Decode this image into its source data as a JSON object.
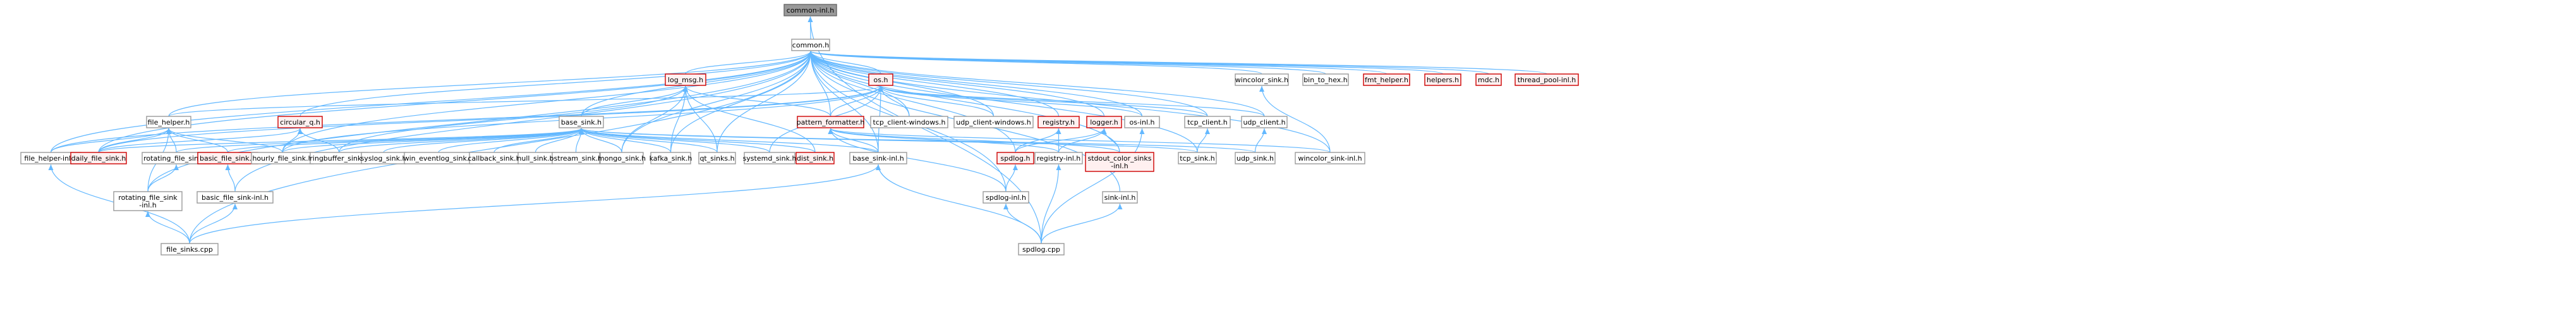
{
  "colors": {
    "edge": "#63b8ff",
    "node_fill": "#ffffff",
    "node_border": "#999999",
    "node_fill_highlight": "#fff0f0",
    "node_border_highlight": "#cc0000",
    "node_fill_root": "#999999",
    "node_border_root": "#666666"
  },
  "nodes": [
    {
      "id": "common_inl",
      "label": "common-inl.h",
      "style": "root"
    },
    {
      "id": "common",
      "label": "common.h",
      "style": "normal"
    },
    {
      "id": "log_msg",
      "label": "log_msg.h",
      "style": "highlight"
    },
    {
      "id": "os",
      "label": "os.h",
      "style": "highlight"
    },
    {
      "id": "wincolor_sink",
      "label": "wincolor_sink.h",
      "style": "normal"
    },
    {
      "id": "bin_to_hex",
      "label": "bin_to_hex.h",
      "style": "normal"
    },
    {
      "id": "fmt_helper",
      "label": "fmt_helper.h",
      "style": "highlight"
    },
    {
      "id": "helpers",
      "label": "helpers.h",
      "style": "highlight"
    },
    {
      "id": "mdc",
      "label": "mdc.h",
      "style": "highlight"
    },
    {
      "id": "thread_pool_inl",
      "label": "thread_pool-inl.h",
      "style": "highlight"
    },
    {
      "id": "file_helper",
      "label": "file_helper.h",
      "style": "normal"
    },
    {
      "id": "circular_q",
      "label": "circular_q.h",
      "style": "highlight"
    },
    {
      "id": "base_sink",
      "label": "base_sink.h",
      "style": "normal"
    },
    {
      "id": "pattern_formatter",
      "label": "pattern_formatter.h",
      "style": "highlight"
    },
    {
      "id": "tcp_client_windows",
      "label": "tcp_client-windows.h",
      "style": "normal"
    },
    {
      "id": "udp_client_windows",
      "label": "udp_client-windows.h",
      "style": "normal"
    },
    {
      "id": "registry",
      "label": "registry.h",
      "style": "highlight"
    },
    {
      "id": "logger",
      "label": "logger.h",
      "style": "highlight"
    },
    {
      "id": "os_inl",
      "label": "os-inl.h",
      "style": "normal"
    },
    {
      "id": "tcp_client",
      "label": "tcp_client.h",
      "style": "normal"
    },
    {
      "id": "udp_client",
      "label": "udp_client.h",
      "style": "normal"
    },
    {
      "id": "file_helper_inl",
      "label": "file_helper-inl.h",
      "style": "normal"
    },
    {
      "id": "daily_file_sink",
      "label": "daily_file_sink.h",
      "style": "highlight"
    },
    {
      "id": "rotating_file_sink",
      "label": "rotating_file_sink.h",
      "style": "normal"
    },
    {
      "id": "basic_file_sink",
      "label": "basic_file_sink.h",
      "style": "highlight"
    },
    {
      "id": "hourly_file_sink",
      "label": "hourly_file_sink.h",
      "style": "normal"
    },
    {
      "id": "ringbuffer_sink",
      "label": "ringbuffer_sink.h",
      "style": "normal"
    },
    {
      "id": "syslog_sink",
      "label": "syslog_sink.h",
      "style": "normal"
    },
    {
      "id": "win_eventlog_sink",
      "label": "win_eventlog_sink.h",
      "style": "normal"
    },
    {
      "id": "callback_sink",
      "label": "callback_sink.h",
      "style": "normal"
    },
    {
      "id": "null_sink",
      "label": "null_sink.h",
      "style": "normal"
    },
    {
      "id": "ostream_sink",
      "label": "ostream_sink.h",
      "style": "normal"
    },
    {
      "id": "mongo_sink",
      "label": "mongo_sink.h",
      "style": "normal"
    },
    {
      "id": "kafka_sink",
      "label": "kafka_sink.h",
      "style": "normal"
    },
    {
      "id": "qt_sinks",
      "label": "qt_sinks.h",
      "style": "normal"
    },
    {
      "id": "systemd_sink",
      "label": "systemd_sink.h",
      "style": "normal"
    },
    {
      "id": "dist_sink",
      "label": "dist_sink.h",
      "style": "highlight"
    },
    {
      "id": "base_sink_inl",
      "label": "base_sink-inl.h",
      "style": "normal"
    },
    {
      "id": "spdlog_h",
      "label": "spdlog.h",
      "style": "highlight"
    },
    {
      "id": "registry_inl",
      "label": "registry-inl.h",
      "style": "normal"
    },
    {
      "id": "stdout_color_sinks_inl",
      "label": "stdout_color_sinks\n-inl.h",
      "style": "highlight"
    },
    {
      "id": "tcp_sink",
      "label": "tcp_sink.h",
      "style": "normal"
    },
    {
      "id": "udp_sink",
      "label": "udp_sink.h",
      "style": "normal"
    },
    {
      "id": "wincolor_sink_inl",
      "label": "wincolor_sink-inl.h",
      "style": "normal"
    },
    {
      "id": "rotating_file_sink_inl",
      "label": "rotating_file_sink\n-inl.h",
      "style": "normal"
    },
    {
      "id": "basic_file_sink_inl",
      "label": "basic_file_sink-inl.h",
      "style": "normal"
    },
    {
      "id": "spdlog_inl",
      "label": "spdlog-inl.h",
      "style": "normal"
    },
    {
      "id": "sink_inl",
      "label": "sink-inl.h",
      "style": "normal"
    },
    {
      "id": "file_sinks_cpp",
      "label": "file_sinks.cpp",
      "style": "normal"
    },
    {
      "id": "spdlog_cpp",
      "label": "spdlog.cpp",
      "style": "normal"
    }
  ],
  "edges": [
    [
      "common",
      "common_inl"
    ],
    [
      "spdlog_cpp",
      "common_inl"
    ],
    [
      "log_msg",
      "common"
    ],
    [
      "os",
      "common"
    ],
    [
      "wincolor_sink",
      "common"
    ],
    [
      "bin_to_hex",
      "common"
    ],
    [
      "fmt_helper",
      "common"
    ],
    [
      "helpers",
      "common"
    ],
    [
      "mdc",
      "common"
    ],
    [
      "thread_pool_inl",
      "common"
    ],
    [
      "file_helper",
      "common"
    ],
    [
      "circular_q",
      "common"
    ],
    [
      "base_sink",
      "common"
    ],
    [
      "pattern_formatter",
      "common"
    ],
    [
      "tcp_client_windows",
      "common"
    ],
    [
      "udp_client_windows",
      "common"
    ],
    [
      "registry",
      "common"
    ],
    [
      "logger",
      "common"
    ],
    [
      "os_inl",
      "common"
    ],
    [
      "tcp_client",
      "common"
    ],
    [
      "udp_client",
      "common"
    ],
    [
      "file_helper_inl",
      "common"
    ],
    [
      "daily_file_sink",
      "common"
    ],
    [
      "hourly_file_sink",
      "common"
    ],
    [
      "mongo_sink",
      "common"
    ],
    [
      "kafka_sink",
      "common"
    ],
    [
      "qt_sinks",
      "common"
    ],
    [
      "base_sink_inl",
      "common"
    ],
    [
      "spdlog_h",
      "common"
    ],
    [
      "stdout_color_sinks_inl",
      "common"
    ],
    [
      "tcp_sink",
      "common"
    ],
    [
      "wincolor_sink_inl",
      "common"
    ],
    [
      "rotating_file_sink_inl",
      "common"
    ],
    [
      "basic_file_sink_inl",
      "common"
    ],
    [
      "spdlog_inl",
      "common"
    ],
    [
      "sink_inl",
      "common"
    ],
    [
      "file_sinks_cpp",
      "common"
    ],
    [
      "ringbuffer_sink",
      "log_msg"
    ],
    [
      "pattern_formatter",
      "log_msg"
    ],
    [
      "base_sink",
      "log_msg"
    ],
    [
      "dist_sink",
      "log_msg"
    ],
    [
      "kafka_sink",
      "log_msg"
    ],
    [
      "mongo_sink",
      "log_msg"
    ],
    [
      "qt_sinks",
      "log_msg"
    ],
    [
      "file_helper",
      "os"
    ],
    [
      "pattern_formatter",
      "os"
    ],
    [
      "tcp_client_windows",
      "os"
    ],
    [
      "udp_client_windows",
      "os"
    ],
    [
      "os_inl",
      "os"
    ],
    [
      "tcp_client",
      "os"
    ],
    [
      "udp_client",
      "os"
    ],
    [
      "daily_file_sink",
      "os"
    ],
    [
      "hourly_file_sink",
      "os"
    ],
    [
      "systemd_sink",
      "os"
    ],
    [
      "file_helper_inl",
      "os"
    ],
    [
      "base_sink_inl",
      "os"
    ],
    [
      "wincolor_sink_inl",
      "wincolor_sink"
    ],
    [
      "file_helper_inl",
      "file_helper"
    ],
    [
      "daily_file_sink",
      "file_helper"
    ],
    [
      "rotating_file_sink",
      "file_helper"
    ],
    [
      "basic_file_sink",
      "file_helper"
    ],
    [
      "hourly_file_sink",
      "file_helper"
    ],
    [
      "rotating_file_sink_inl",
      "file_helper"
    ],
    [
      "daily_file_sink",
      "circular_q"
    ],
    [
      "hourly_file_sink",
      "circular_q"
    ],
    [
      "ringbuffer_sink",
      "circular_q"
    ],
    [
      "daily_file_sink",
      "base_sink"
    ],
    [
      "rotating_file_sink",
      "base_sink"
    ],
    [
      "basic_file_sink",
      "base_sink"
    ],
    [
      "hourly_file_sink",
      "base_sink"
    ],
    [
      "ringbuffer_sink",
      "base_sink"
    ],
    [
      "syslog_sink",
      "base_sink"
    ],
    [
      "win_eventlog_sink",
      "base_sink"
    ],
    [
      "callback_sink",
      "base_sink"
    ],
    [
      "null_sink",
      "base_sink"
    ],
    [
      "ostream_sink",
      "base_sink"
    ],
    [
      "mongo_sink",
      "base_sink"
    ],
    [
      "kafka_sink",
      "base_sink"
    ],
    [
      "qt_sinks",
      "base_sink"
    ],
    [
      "systemd_sink",
      "base_sink"
    ],
    [
      "dist_sink",
      "base_sink"
    ],
    [
      "base_sink_inl",
      "base_sink"
    ],
    [
      "tcp_sink",
      "base_sink"
    ],
    [
      "udp_sink",
      "base_sink"
    ],
    [
      "base_sink_inl",
      "pattern_formatter"
    ],
    [
      "registry_inl",
      "pattern_formatter"
    ],
    [
      "spdlog_inl",
      "pattern_formatter"
    ],
    [
      "stdout_color_sinks_inl",
      "pattern_formatter"
    ],
    [
      "wincolor_sink_inl",
      "pattern_formatter"
    ],
    [
      "spdlog_h",
      "registry"
    ],
    [
      "registry_inl",
      "registry"
    ],
    [
      "spdlog_h",
      "logger"
    ],
    [
      "registry_inl",
      "logger"
    ],
    [
      "stdout_color_sinks_inl",
      "logger"
    ],
    [
      "spdlog_cpp",
      "os_inl"
    ],
    [
      "tcp_sink",
      "tcp_client"
    ],
    [
      "udp_sink",
      "udp_client"
    ],
    [
      "rotating_file_sink_inl",
      "rotating_file_sink"
    ],
    [
      "basic_file_sink_inl",
      "basic_file_sink"
    ],
    [
      "spdlog_inl",
      "spdlog_h"
    ],
    [
      "spdlog_cpp",
      "registry_inl"
    ],
    [
      "spdlog_cpp",
      "spdlog_inl"
    ],
    [
      "spdlog_cpp",
      "sink_inl"
    ],
    [
      "spdlog_cpp",
      "base_sink_inl"
    ],
    [
      "file_sinks_cpp",
      "base_sink_inl"
    ],
    [
      "file_sinks_cpp",
      "file_helper_inl"
    ],
    [
      "file_sinks_cpp",
      "rotating_file_sink_inl"
    ],
    [
      "file_sinks_cpp",
      "basic_file_sink_inl"
    ]
  ]
}
